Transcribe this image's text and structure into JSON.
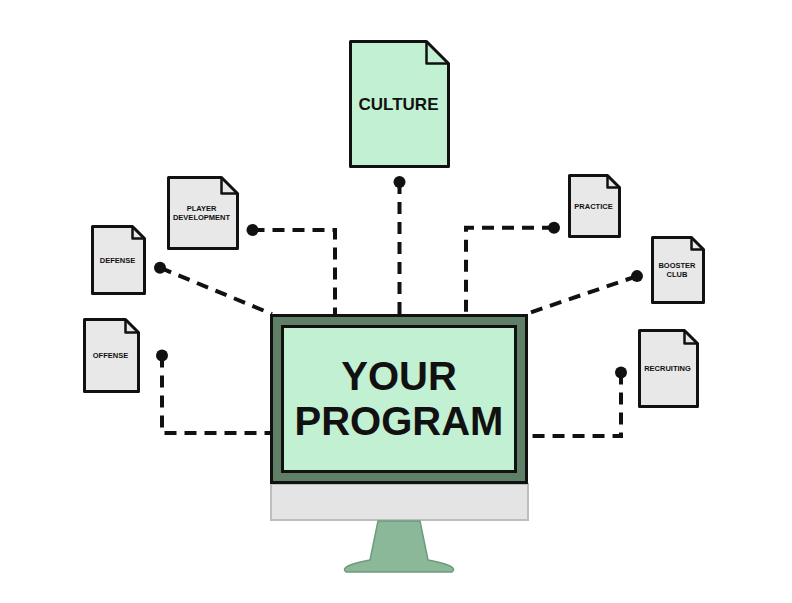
{
  "diagram": {
    "nodes": [
      {
        "text": [
          "CULTURE"
        ]
      },
      {
        "text": [
          "PLAYER DEVELOPMENT"
        ]
      },
      {
        "text": [
          "PRACTICE"
        ]
      },
      {
        "text": [
          "DEFENSE"
        ]
      },
      {
        "text": [
          "BOOSTER CLUB"
        ]
      },
      {
        "text": [
          "OFFENSE"
        ]
      },
      {
        "text": [
          "RECRUITING"
        ]
      },
      {
        "text": [
          "YOUR PROGRAM"
        ]
      }
    ],
    "edges": [
      {
        "from": 0,
        "to": 7,
        "arrow": "none"
      },
      {
        "from": 1,
        "to": 7,
        "arrow": "none"
      },
      {
        "from": 2,
        "to": 7,
        "arrow": "none"
      },
      {
        "from": 3,
        "to": 7,
        "arrow": "none"
      },
      {
        "from": 4,
        "to": 7,
        "arrow": "none"
      },
      {
        "from": 5,
        "to": 7,
        "arrow": "none"
      },
      {
        "from": 6,
        "to": 7,
        "arrow": "none"
      }
    ]
  }
}
